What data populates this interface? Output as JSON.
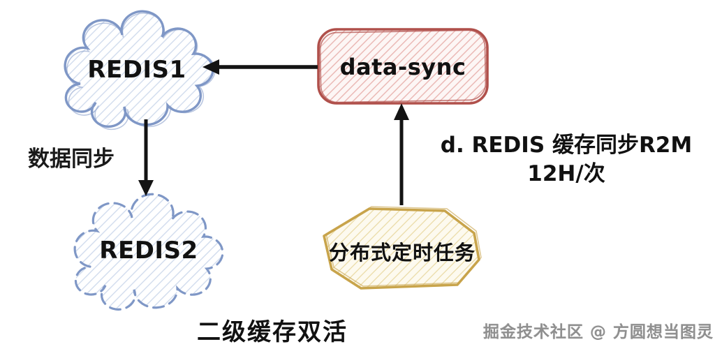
{
  "diagram": {
    "caption": "二级缓存双活",
    "watermark": "掘金技术社区 @ 方圆想当图灵",
    "nodes": {
      "redis1": {
        "label": "REDIS1",
        "shape": "cloud",
        "style": "solid"
      },
      "redis2": {
        "label": "REDIS2",
        "shape": "cloud",
        "style": "dashed"
      },
      "data_sync": {
        "label": "data-sync",
        "shape": "rounded-rectangle"
      },
      "scheduler": {
        "label": "分布式定时任务",
        "shape": "rounded-hexagon"
      }
    },
    "edges": {
      "datasync_to_redis1": {
        "label": "",
        "direction": "left"
      },
      "redis1_to_redis2": {
        "label": "数据同步",
        "direction": "down"
      },
      "scheduler_to_datasync": {
        "label_line1": "d. REDIS 缓存同步R2M",
        "label_line2": "12H/次",
        "direction": "up"
      }
    },
    "colors": {
      "cloud_stroke": "#7f97c6",
      "cloud_hatch": "#cdd9ec",
      "box_stroke": "#b0504b",
      "box_hatch": "#e8b0ac",
      "hex_stroke": "#c8a44b",
      "hex_hatch": "#e9d9a2",
      "arrow": "#131313",
      "text": "#111111",
      "watermark_text": "#8f8f8f"
    }
  }
}
